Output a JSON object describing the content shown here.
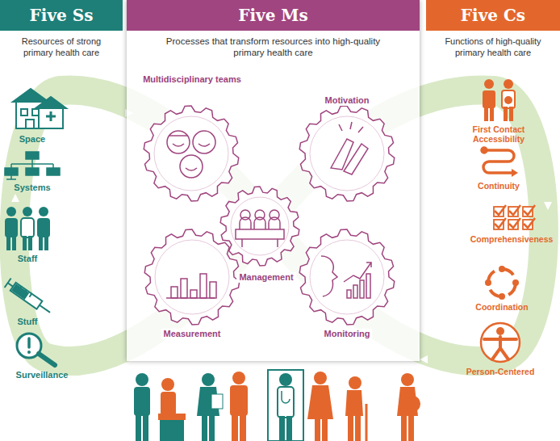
{
  "diagram": {
    "nodes": [
      {
        "text": [
          "Five Ss",
          "Resources of strong primary health care"
        ]
      },
      {
        "text": [
          "Five Ms",
          "Processes that transform resources into high-quality primary health care"
        ]
      },
      {
        "text": [
          "Multidisciplinary teams"
        ],
        "in": 1
      },
      {
        "text": [
          "Motivation"
        ],
        "in": 1
      },
      {
        "text": [
          "Management"
        ],
        "in": 1
      },
      {
        "text": [
          "Measurement"
        ],
        "in": 1
      },
      {
        "text": [
          "Monitoring"
        ],
        "in": 1
      },
      {
        "text": [
          "Five Cs",
          "Functions of high-quality primary health care"
        ]
      }
    ],
    "labels": [
      "Space",
      "Systems",
      "Staff",
      "Stuff",
      "Surveillance",
      "First Contact Accessibility",
      "Continuity",
      "Comprehensiveness",
      "Coordination",
      "Person-Centered"
    ]
  }
}
